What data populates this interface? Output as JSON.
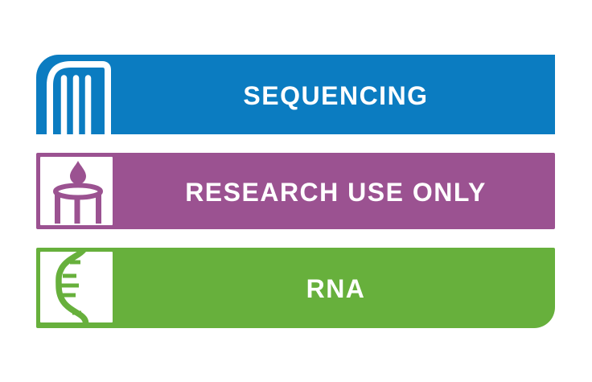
{
  "page": {
    "background_color": "#ffffff",
    "description": "Three product-attribute banner badges stacked vertically"
  },
  "banners": [
    {
      "id": "sequencing",
      "label": "SEQUENCING",
      "color": "#0b7cc1",
      "text_color": "#ffffff",
      "icon": "sequencing-gel-lanes-icon"
    },
    {
      "id": "research-use-only",
      "label": "RESEARCH USE ONLY",
      "color": "#9b5291",
      "text_color": "#ffffff",
      "icon": "sample-droplet-dish-icon"
    },
    {
      "id": "rna",
      "label": "RNA",
      "color": "#67b03c",
      "text_color": "#ffffff",
      "icon": "rna-strand-icon"
    }
  ]
}
